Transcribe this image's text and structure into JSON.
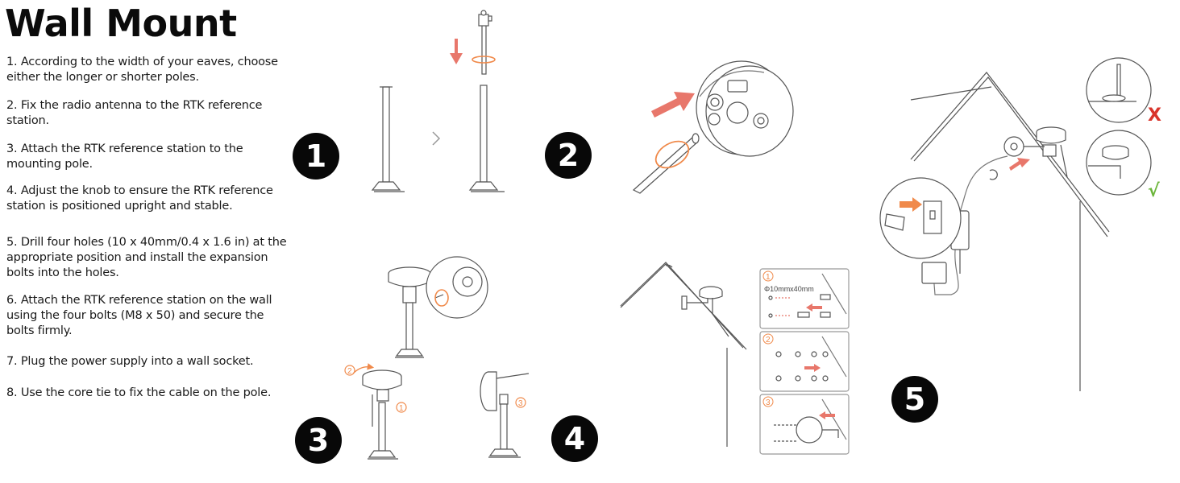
{
  "title": "Wall Mount",
  "steps": [
    "1. According to the width of your eaves, choose either the longer or shorter poles.",
    "2. Fix the radio antenna to the RTK reference station.",
    "3. Attach the RTK reference station to the mounting pole.",
    "4. Adjust the knob to ensure the RTK reference station is positioned upright and stable.",
    "5. Drill four holes (10 x 40mm/0.4 x 1.6 in) at the appropriate position and install the expansion bolts into the holes.",
    "6. Attach the RTK reference station on the wall using the four bolts (M8 x 50) and secure the bolts firmly.",
    "7. Plug the power supply into a wall socket.",
    "8. Use the core tie to fix the cable on the pole."
  ],
  "badges": [
    "1",
    "2",
    "3",
    "4",
    "5"
  ],
  "diagram_labels": {
    "hole_spec": "Φ10mmx40mm",
    "sub1": "1",
    "sub2": "2",
    "sub3": "3",
    "rot1": "1",
    "rot2": "2",
    "rot3": "3",
    "wrong": "X",
    "right": "√"
  },
  "colors": {
    "arrow": "#e8776b",
    "rotate": "#f08a4b",
    "wrong": "#d9342b",
    "right": "#6bb53a",
    "line": "#555555"
  }
}
